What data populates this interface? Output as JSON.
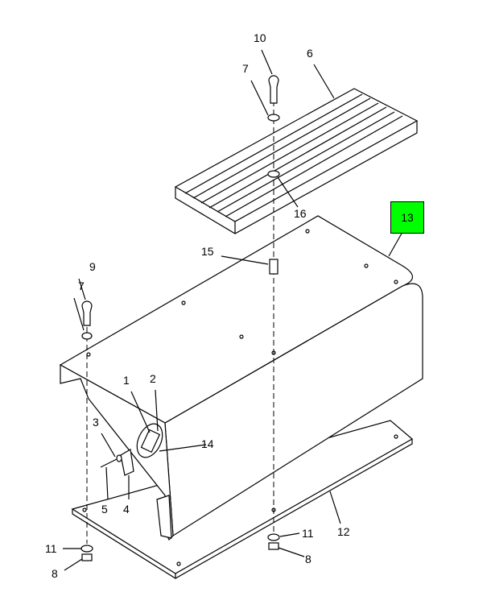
{
  "callouts": {
    "c10": "10",
    "c6": "6",
    "c7a": "7",
    "c16": "16",
    "c13": "13",
    "c15": "15",
    "c9": "9",
    "c7b": "7",
    "c1": "1",
    "c2": "2",
    "c14": "14",
    "c3": "3",
    "c5": "5",
    "c4": "4",
    "c11a": "11",
    "c12": "12",
    "c11b": "11",
    "c8a": "8",
    "c8b": "8"
  },
  "colors": {
    "highlight": "#00ff00"
  }
}
